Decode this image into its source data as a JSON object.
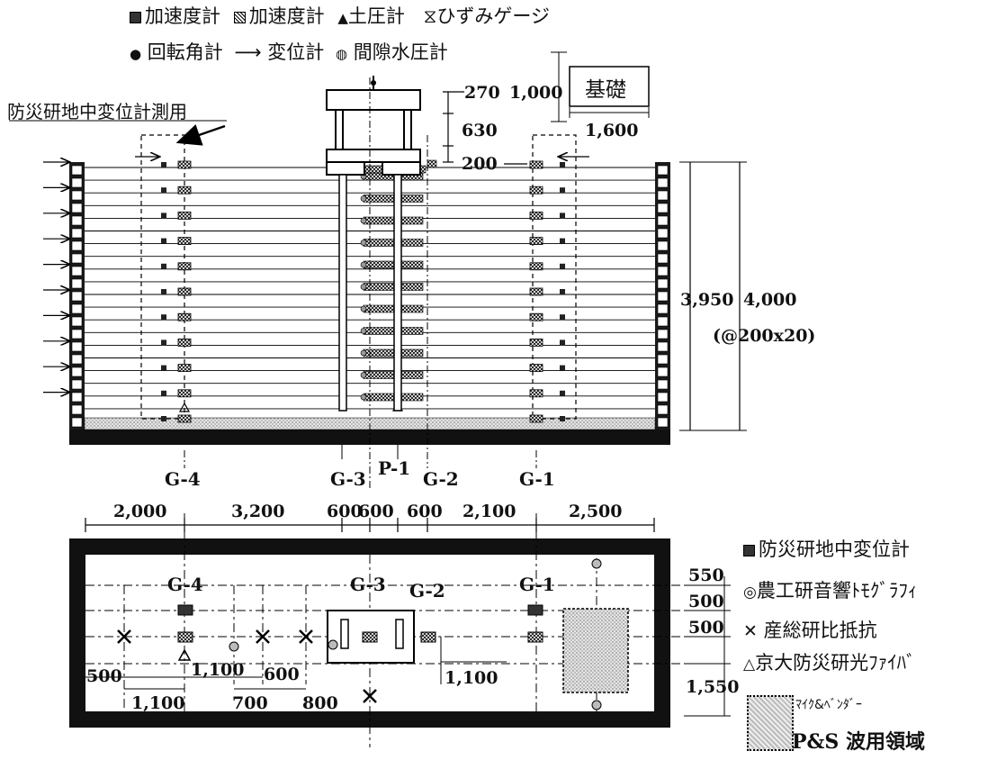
{
  "legend": {
    "row1": [
      {
        "icon": "accelerometer-icon",
        "label": "加速度計"
      },
      {
        "icon": "accelerometer-hatched-icon",
        "label": "加速度計"
      },
      {
        "icon": "earth-pressure-gauge-icon",
        "label": "土圧計"
      },
      {
        "icon": "strain-gauge-icon",
        "label": "ひずみゲージ"
      }
    ],
    "row2": [
      {
        "icon": "rotation-gauge-icon",
        "label": "回転角計"
      },
      {
        "icon": "arrow-icon",
        "label": "変位計"
      },
      {
        "icon": "pore-pressure-gauge-icon",
        "label": "間隙水圧計"
      }
    ]
  },
  "section": {
    "bosai_label": "防災研地中変位計測用",
    "foundation_label": "基礎",
    "dims": {
      "d270": "270",
      "d1000": "1,000",
      "d630": "630",
      "d1600": "1,600",
      "d200": "200",
      "d3950": "3,950",
      "d4000": "4,000",
      "d_at": "(@200x20)"
    },
    "gauge_lines": [
      "G-4",
      "G-3",
      "P-1",
      "G-2",
      "G-1"
    ]
  },
  "plan": {
    "top_dims": [
      "2,000",
      "3,200",
      "600",
      "600",
      "600",
      "2,100",
      "2,500"
    ],
    "gauge_lines": [
      "G-4",
      "G-3",
      "G-2",
      "G-1"
    ],
    "bottom_dims": [
      "500",
      "1,100",
      "600",
      "1,100",
      "700",
      "800",
      "1,100"
    ],
    "right_dims": [
      "550",
      "500",
      "500",
      "1,550"
    ]
  },
  "legend2": [
    {
      "icon": "bosai-displacement-icon",
      "label": "防災研地中変位計"
    },
    {
      "icon": "tomography-icon",
      "label": "農工研音響ﾄﾓｸﾞﾗﾌｨ"
    },
    {
      "icon": "resistivity-icon",
      "label": "産総研比抵抗"
    },
    {
      "icon": "fiber-icon",
      "label": "京大防災研光ﾌｧｲﾊﾞ"
    },
    {
      "icon": "mic-bender-icon",
      "label": "ﾏｲｸ&ﾍﾞﾝﾀﾞｰ"
    },
    {
      "icon": "ps-wave-icon",
      "label": "P&S 波用領域"
    }
  ]
}
